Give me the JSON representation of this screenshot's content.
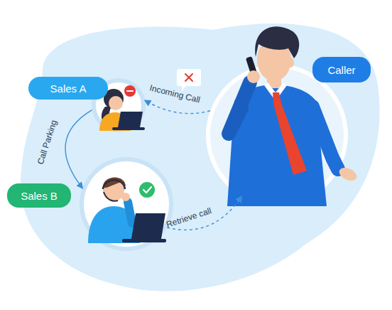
{
  "diagram": {
    "nodes": [
      {
        "text": [
          "Sales A"
        ]
      },
      {
        "text": [
          "Caller"
        ]
      },
      {
        "text": [
          "Sales B"
        ]
      }
    ],
    "edges": [
      {
        "from": 1,
        "to": 0,
        "label": "Incoming Call",
        "arrow": "to"
      },
      {
        "from": 0,
        "to": 2,
        "label": "Call Parking",
        "arrow": "to"
      },
      {
        "from": 2,
        "to": 1,
        "label": "Retrieve call",
        "arrow": "to"
      }
    ]
  }
}
